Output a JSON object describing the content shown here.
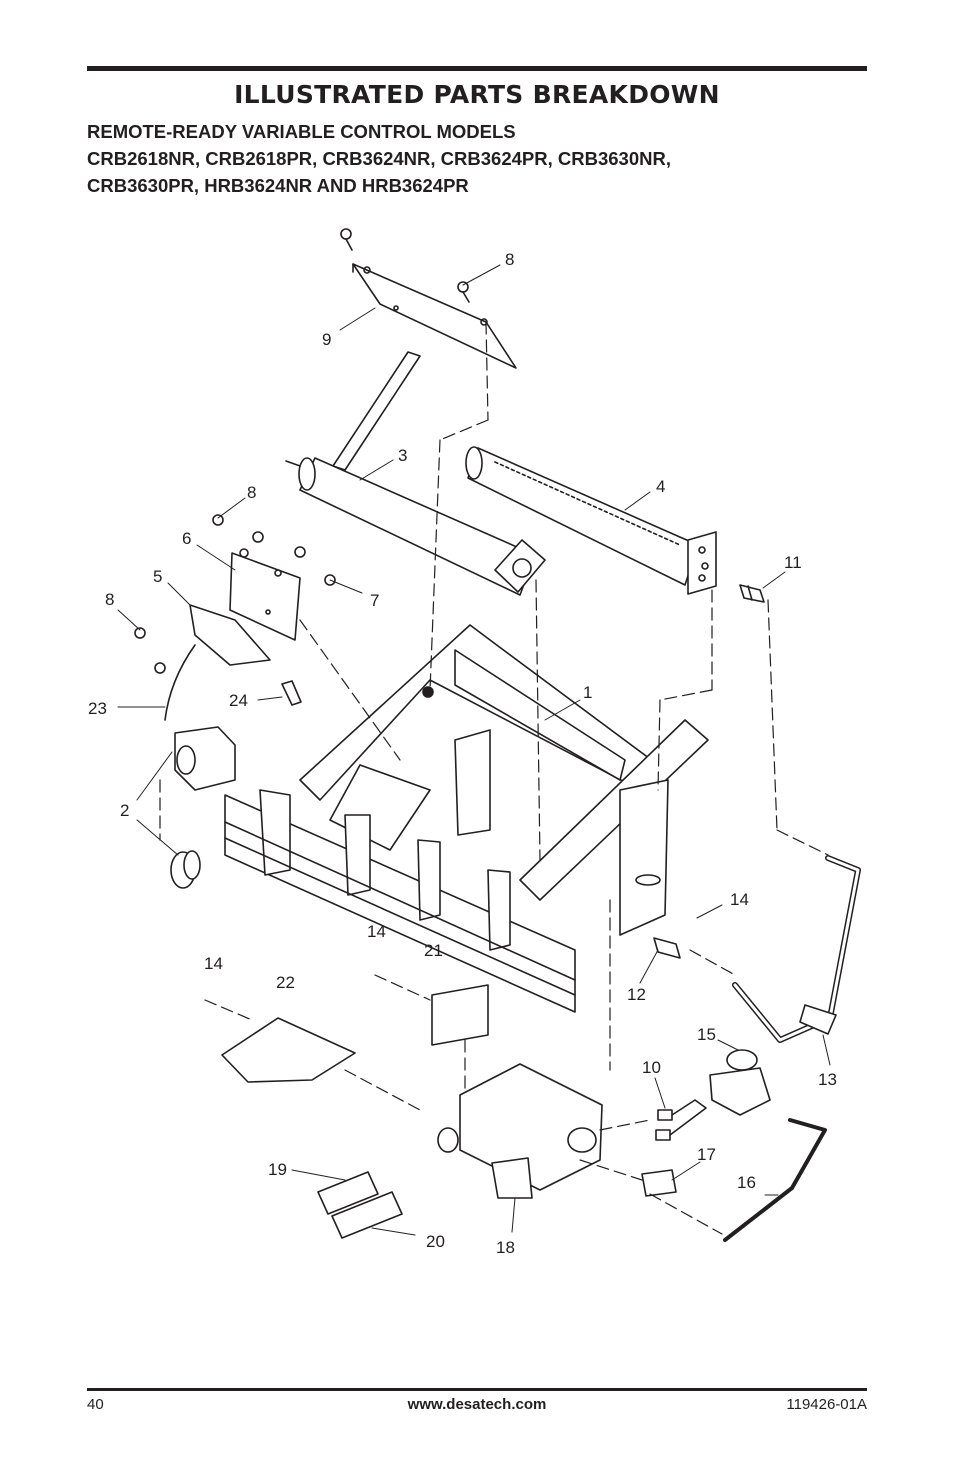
{
  "header": {
    "title": "ILLUSTRATED PARTS BREAKDOWN",
    "subtitle_lines": [
      "REMOTE-READY VARIABLE CONTROL MODELS",
      "CRB2618NR, CRB2618PR, CRB3624NR, CRB3624PR, CRB3630NR,",
      "CRB3630PR, HRB3624NR AND HRB3624PR"
    ]
  },
  "diagram": {
    "callouts": [
      "8",
      "9",
      "3",
      "4",
      "8",
      "6",
      "5",
      "8",
      "7",
      "11",
      "1",
      "23",
      "24",
      "2",
      "14",
      "14",
      "21",
      "14",
      "22",
      "12",
      "13",
      "15",
      "10",
      "19",
      "17",
      "16",
      "20",
      "18"
    ]
  },
  "footer": {
    "page_number": "40",
    "website": "www.desatech.com",
    "doc_number": "119426-01A"
  }
}
